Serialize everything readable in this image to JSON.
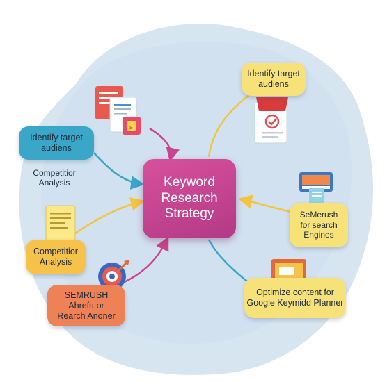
{
  "diagram": {
    "center": {
      "text": "Keyword\nResearch\nStrategy",
      "color": "#c8458f"
    },
    "nodes": [
      {
        "id": "top-right",
        "text": "Identify target\naudiens",
        "color": "#f7e27a"
      },
      {
        "id": "left-top",
        "text": "Identify target\naudiens",
        "color": "#3aa6c8"
      },
      {
        "id": "left-plain",
        "text": "Competitior\nAnalysis",
        "color": ""
      },
      {
        "id": "right-mid",
        "text": "SeMerush\nfor search\nEngines",
        "color": "#f7e27a"
      },
      {
        "id": "left-bottom",
        "text": "Competitior\nAnalysis",
        "color": "#f7c24a"
      },
      {
        "id": "bottom-left",
        "text": "SEMRUSH\nAhrefs-or\nRearch Anoner",
        "color": "#ef8157"
      },
      {
        "id": "bottom-right",
        "text": "Optimize content for\nGoogle Keymidd Planner",
        "color": "#f7e27a"
      }
    ],
    "icons": [
      "documents-icon",
      "clipboard-icon",
      "monitor-icon",
      "notes-icon",
      "target-icon",
      "laptop-icon"
    ],
    "arrow_colors": {
      "pink": "#c8458f",
      "cyan": "#3aa6c8",
      "yellow": "#f2c440",
      "orange": "#ee9a52"
    },
    "background_color": "#d7e5f1"
  }
}
